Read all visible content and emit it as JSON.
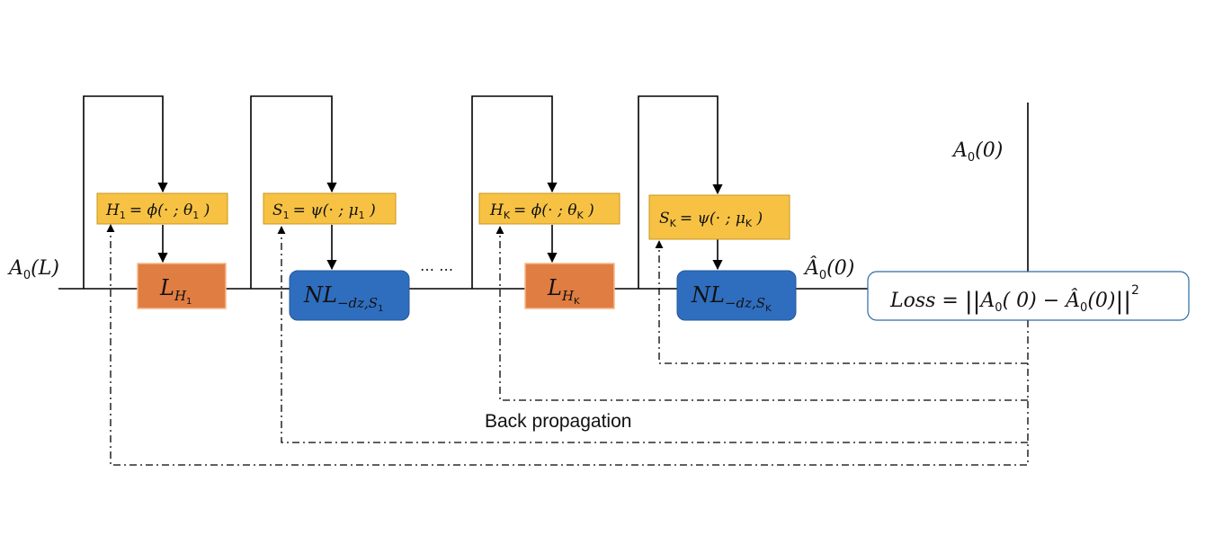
{
  "input_label": {
    "base": "A",
    "sub": "0",
    "arg": "(L)"
  },
  "target_label": {
    "base": "A",
    "sub": "0",
    "arg": "(0)"
  },
  "output_label": {
    "base": "Â",
    "sub": "0",
    "arg": "(0)"
  },
  "param_boxes": [
    {
      "lhs": "H",
      "lhs_sub": "1",
      "rhs": "= ϕ(⋅ ; θ",
      "rhs_sub": "1",
      "close": " )"
    },
    {
      "lhs": "S",
      "lhs_sub": "1",
      "rhs": "= ψ(⋅ ; μ",
      "rhs_sub": "1",
      "close": " )"
    },
    {
      "lhs": "H",
      "lhs_sub": "K",
      "rhs": "= ϕ(⋅ ; θ",
      "rhs_sub": "K",
      "close": " )"
    },
    {
      "lhs": "S",
      "lhs_sub": "K",
      "rhs": "= ψ(⋅ ; μ",
      "rhs_sub": "K",
      "close": " )"
    }
  ],
  "operator_boxes": [
    {
      "main": "L",
      "sub": "H",
      "subsub": "1"
    },
    {
      "main": "NL",
      "sub": "−dz,S",
      "subsub": "1"
    },
    {
      "main": "L",
      "sub": "H",
      "subsub": "K"
    },
    {
      "main": "NL",
      "sub": "−dz,S",
      "subsub": "K"
    }
  ],
  "ellipsis": "… …",
  "loss": {
    "prefix": "Loss = ",
    "bars_open": "||",
    "a": "A",
    "a_sub": "0",
    "a_arg": "( 0) − ",
    "ahat": "Â",
    "ahat_sub": "0",
    "ahat_arg": "(0)",
    "bars_close": "||",
    "power": "2"
  },
  "backprop_label": "Back propagation",
  "colors": {
    "linear_op": "#E07D42",
    "nonlinear_op": "#2F6EBE",
    "param_box": "#F7C244",
    "loss_border": "#2D6AA8"
  }
}
